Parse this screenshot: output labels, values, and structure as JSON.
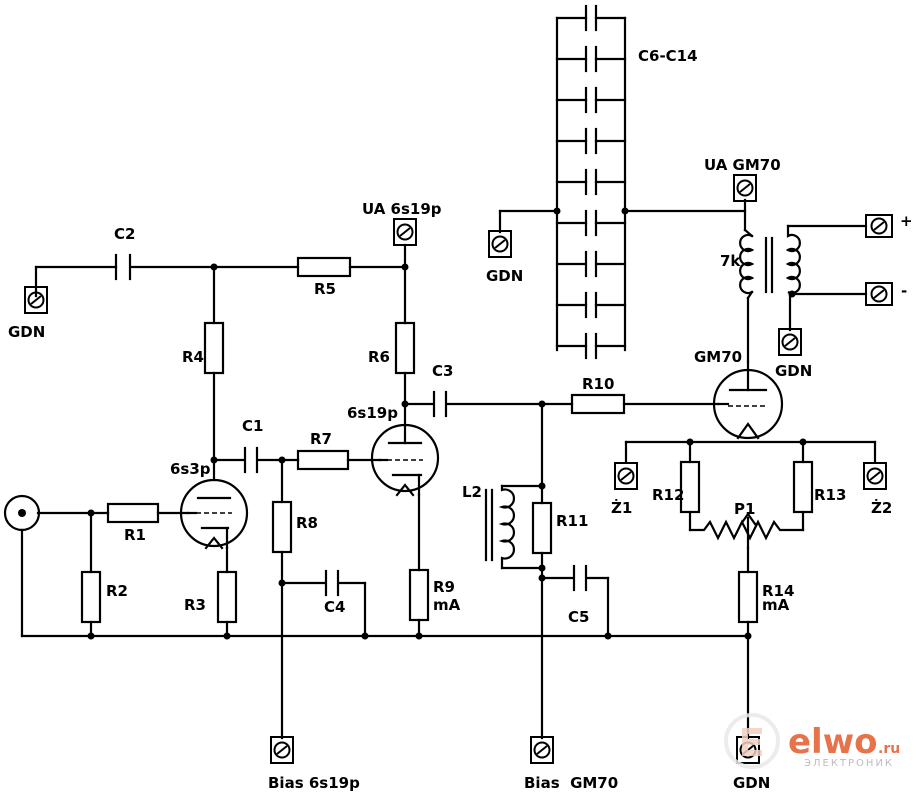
{
  "labels": {
    "c6c14": "C6-C14",
    "ua_gm70": "UA GM70",
    "ua_6s19p": "UA 6s19p",
    "c2": "C2",
    "r5": "R5",
    "gdn_left": "GDN",
    "gdn_top": "GDN",
    "gdn_right": "GDN",
    "gdn_bottom": "GDN",
    "r4": "R4",
    "r6": "R6",
    "c3": "C3",
    "r10": "R10",
    "gm70": "GM70",
    "t_7k": "7k",
    "plus": "+",
    "minus": "-",
    "c1": "C1",
    "r7": "R7",
    "t_6s19p": "6s19p",
    "t_6s3p": "6s3p",
    "r1": "R1",
    "r2": "R2",
    "r3": "R3",
    "r8": "R8",
    "c4": "C4",
    "r9": "R9",
    "r9_ma": "mA",
    "l2": "L2",
    "r11": "R11",
    "c5": "C5",
    "z1": "Ż1",
    "z2": "Ż2",
    "r12": "R12",
    "r13": "R13",
    "p1": "P1",
    "r14": "R14",
    "r14_ma": "mA",
    "bias_6s19p": "Bias 6s19p",
    "bias_gm70": "Bias  GM70"
  },
  "watermark": {
    "brand": "elwo",
    "suffix": ".ru",
    "tagline": "ЭЛЕКТРОНИК",
    "color": "#e25b2a"
  },
  "icons": {
    "terminal": "screw-terminal-icon",
    "input": "coax-input-jack-icon"
  }
}
